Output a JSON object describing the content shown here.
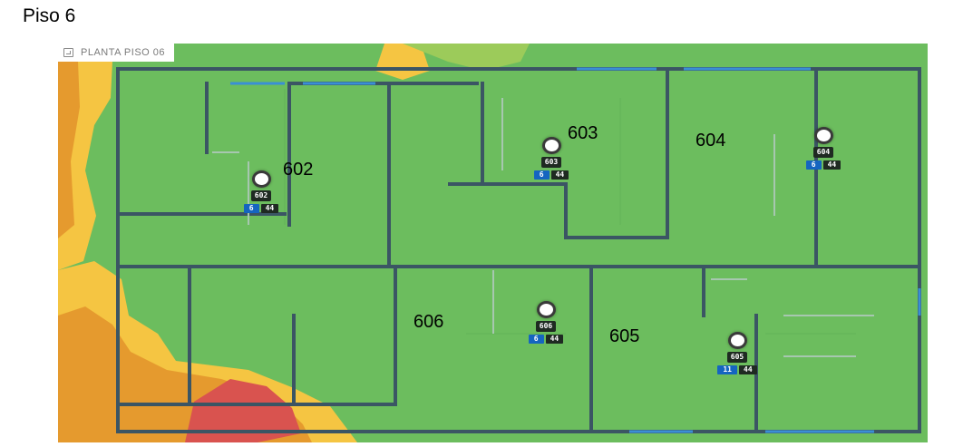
{
  "page": {
    "title": "Piso 6"
  },
  "plan": {
    "header": "PLANTA PISO 06"
  },
  "rooms": [
    {
      "label": "602"
    },
    {
      "label": "603"
    },
    {
      "label": "604"
    },
    {
      "label": "606"
    },
    {
      "label": "605"
    }
  ],
  "access_points": [
    {
      "name": "602",
      "channel": "6",
      "power": "44"
    },
    {
      "name": "603",
      "channel": "6",
      "power": "44"
    },
    {
      "name": "604",
      "channel": "6",
      "power": "44"
    },
    {
      "name": "606",
      "channel": "6",
      "power": "44"
    },
    {
      "name": "605",
      "channel": "11",
      "power": "44"
    }
  ],
  "colors": {
    "signal_strong": "#6cbd5e",
    "signal_medium": "#f5c542",
    "signal_weak": "#e59a2e",
    "signal_poor": "#d9534f",
    "channel_badge": "#1565c0",
    "wall": "#3b5564"
  }
}
